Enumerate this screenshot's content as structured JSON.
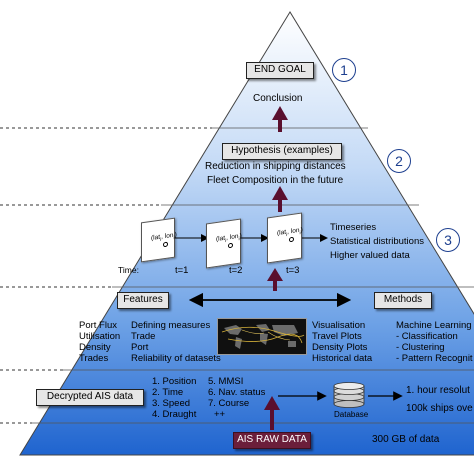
{
  "level1": {
    "box": "END GOAL",
    "text": "Conclusion",
    "number": "1"
  },
  "level2": {
    "box": "Hypothesis (examples)",
    "lines": [
      "Reduction in shipping distances",
      "Fleet Composition in the future"
    ],
    "number": "2"
  },
  "level3": {
    "time_label": "Time:",
    "cards": [
      {
        "coord": "(lat",
        "coord2": ", lon",
        "coord3": ")",
        "step": "t=1"
      },
      {
        "coord": "(lat",
        "coord2": ", lon",
        "coord3": ")",
        "step": "t=2"
      },
      {
        "coord": "(lat",
        "coord2": ", lon",
        "coord3": ")",
        "step": "t=3"
      }
    ],
    "outputs": [
      "Timeseries",
      "Statistical distributions",
      "Higher valued data"
    ],
    "number": "3"
  },
  "level4": {
    "features_box": "Features",
    "methods_box": "Methods",
    "features_col1": [
      "Port Flux",
      "Utilisation",
      "Density",
      "Trades"
    ],
    "features_col2": [
      "Defining measures",
      "Trade",
      "Port",
      "Reliability of datasets"
    ],
    "methods_col1": [
      "Visualisation",
      "Travel Plots",
      "Density Plots",
      "Historical data"
    ],
    "methods_col2": [
      "Machine Learning",
      "- Classification",
      "- Clustering",
      "- Pattern Recognit"
    ]
  },
  "level5": {
    "box": "Decrypted  AIS data",
    "fields_col1": [
      "1. Position",
      "2. Time",
      "3. Speed",
      "4. Draught"
    ],
    "fields_col2": [
      "5. MMSI",
      "6. Nav. status",
      "7. Course",
      "++"
    ],
    "database_label": "Database",
    "stats": [
      "1. hour resolut",
      "100k ships ove"
    ]
  },
  "level6": {
    "box": "AIS RAW DATA",
    "text": "300 GB of data"
  },
  "colors": {
    "pyramid_top": "#ffffff",
    "pyramid_bottom": "#1f64cf",
    "arrow": "#5a0f2e",
    "circle": "#1d3f8f"
  }
}
